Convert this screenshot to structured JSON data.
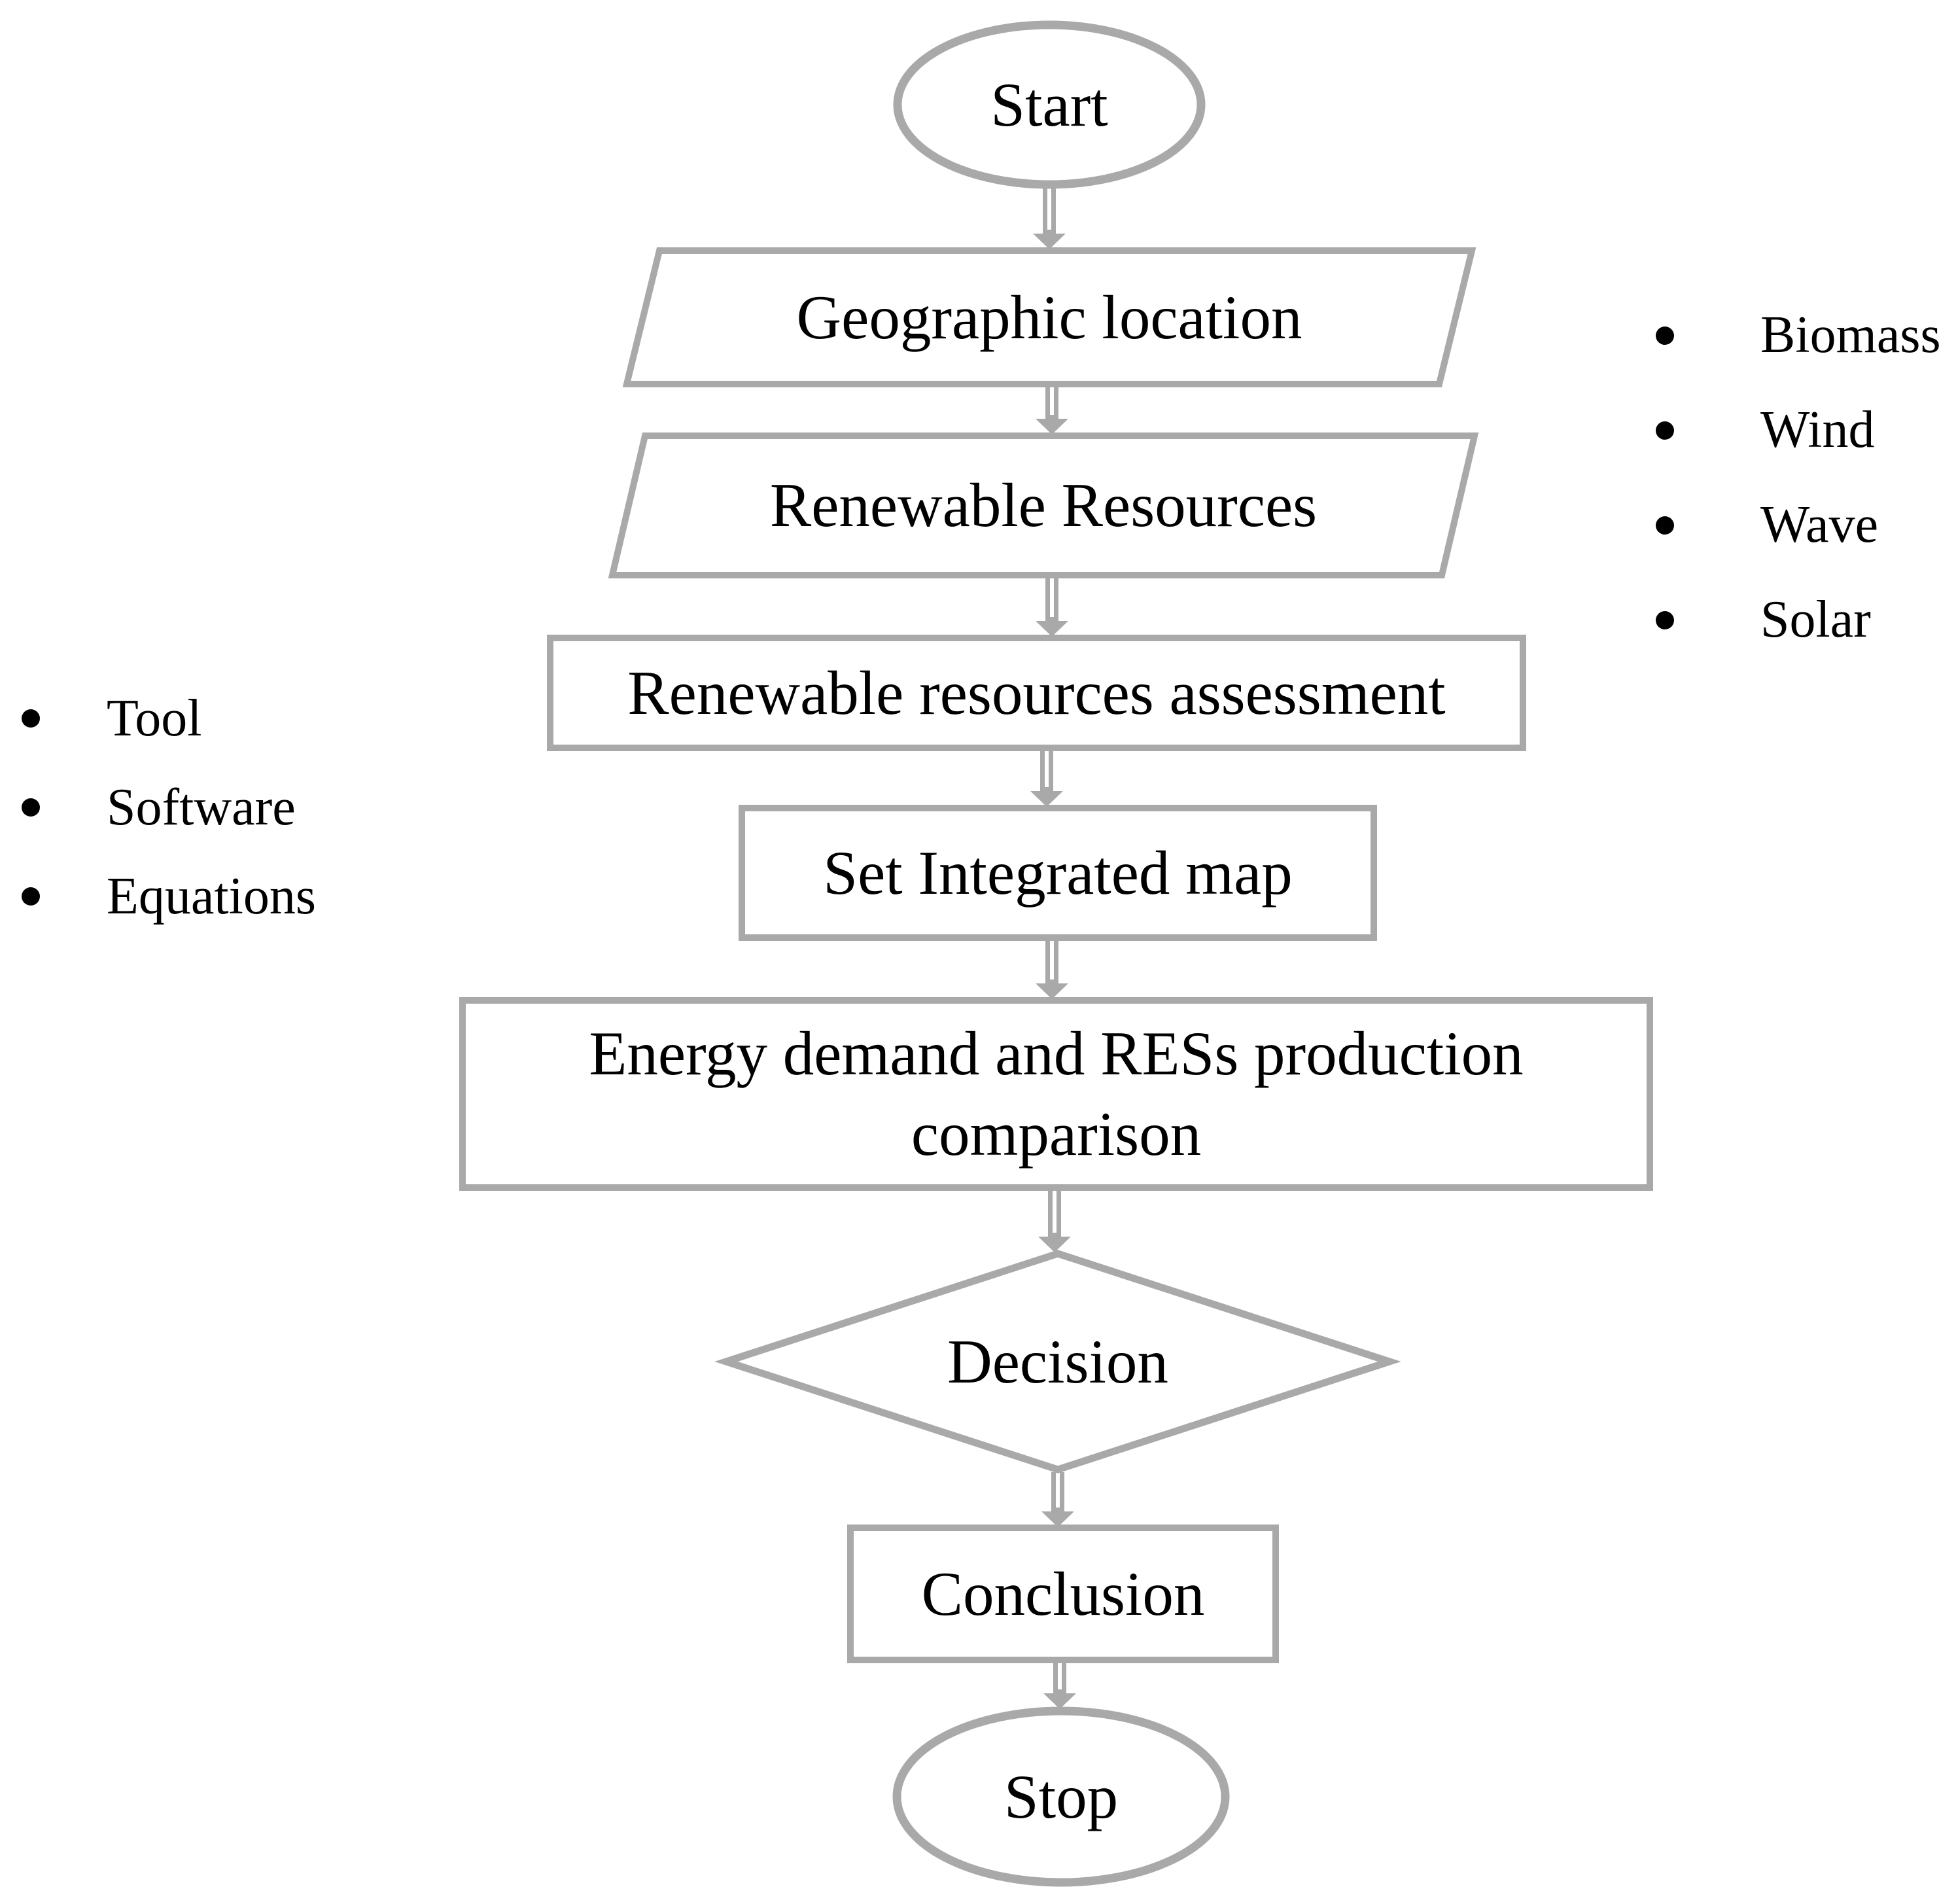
{
  "page": {
    "background_color": "#ffffff",
    "outline_color": "#a9a9a9",
    "text_color": "#000000"
  },
  "flowchart": {
    "nodes": {
      "start": {
        "type": "terminator",
        "label": "Start"
      },
      "geographic_location": {
        "type": "data-input",
        "label": "Geographic location"
      },
      "renewable_resources": {
        "type": "data-input",
        "label": "Renewable Resources"
      },
      "renewable_resources_assessment": {
        "type": "process",
        "label": "Renewable resources assessment"
      },
      "set_integrated_map": {
        "type": "process",
        "label": "Set Integrated map"
      },
      "energy_demand_comparison": {
        "type": "process",
        "label": "Energy demand and RESs production comparison",
        "label_line1": "Energy demand and RESs production",
        "label_line2": "comparison"
      },
      "decision": {
        "type": "decision",
        "label": "Decision"
      },
      "conclusion": {
        "type": "process",
        "label": "Conclusion"
      },
      "stop": {
        "type": "terminator",
        "label": "Stop"
      }
    }
  },
  "annotations": {
    "renewable_types": {
      "items": [
        "Biomass",
        "Wind",
        "Wave",
        "Solar"
      ]
    },
    "assessment_tools": {
      "items": [
        "Tool",
        "Software",
        "Equations"
      ]
    }
  }
}
